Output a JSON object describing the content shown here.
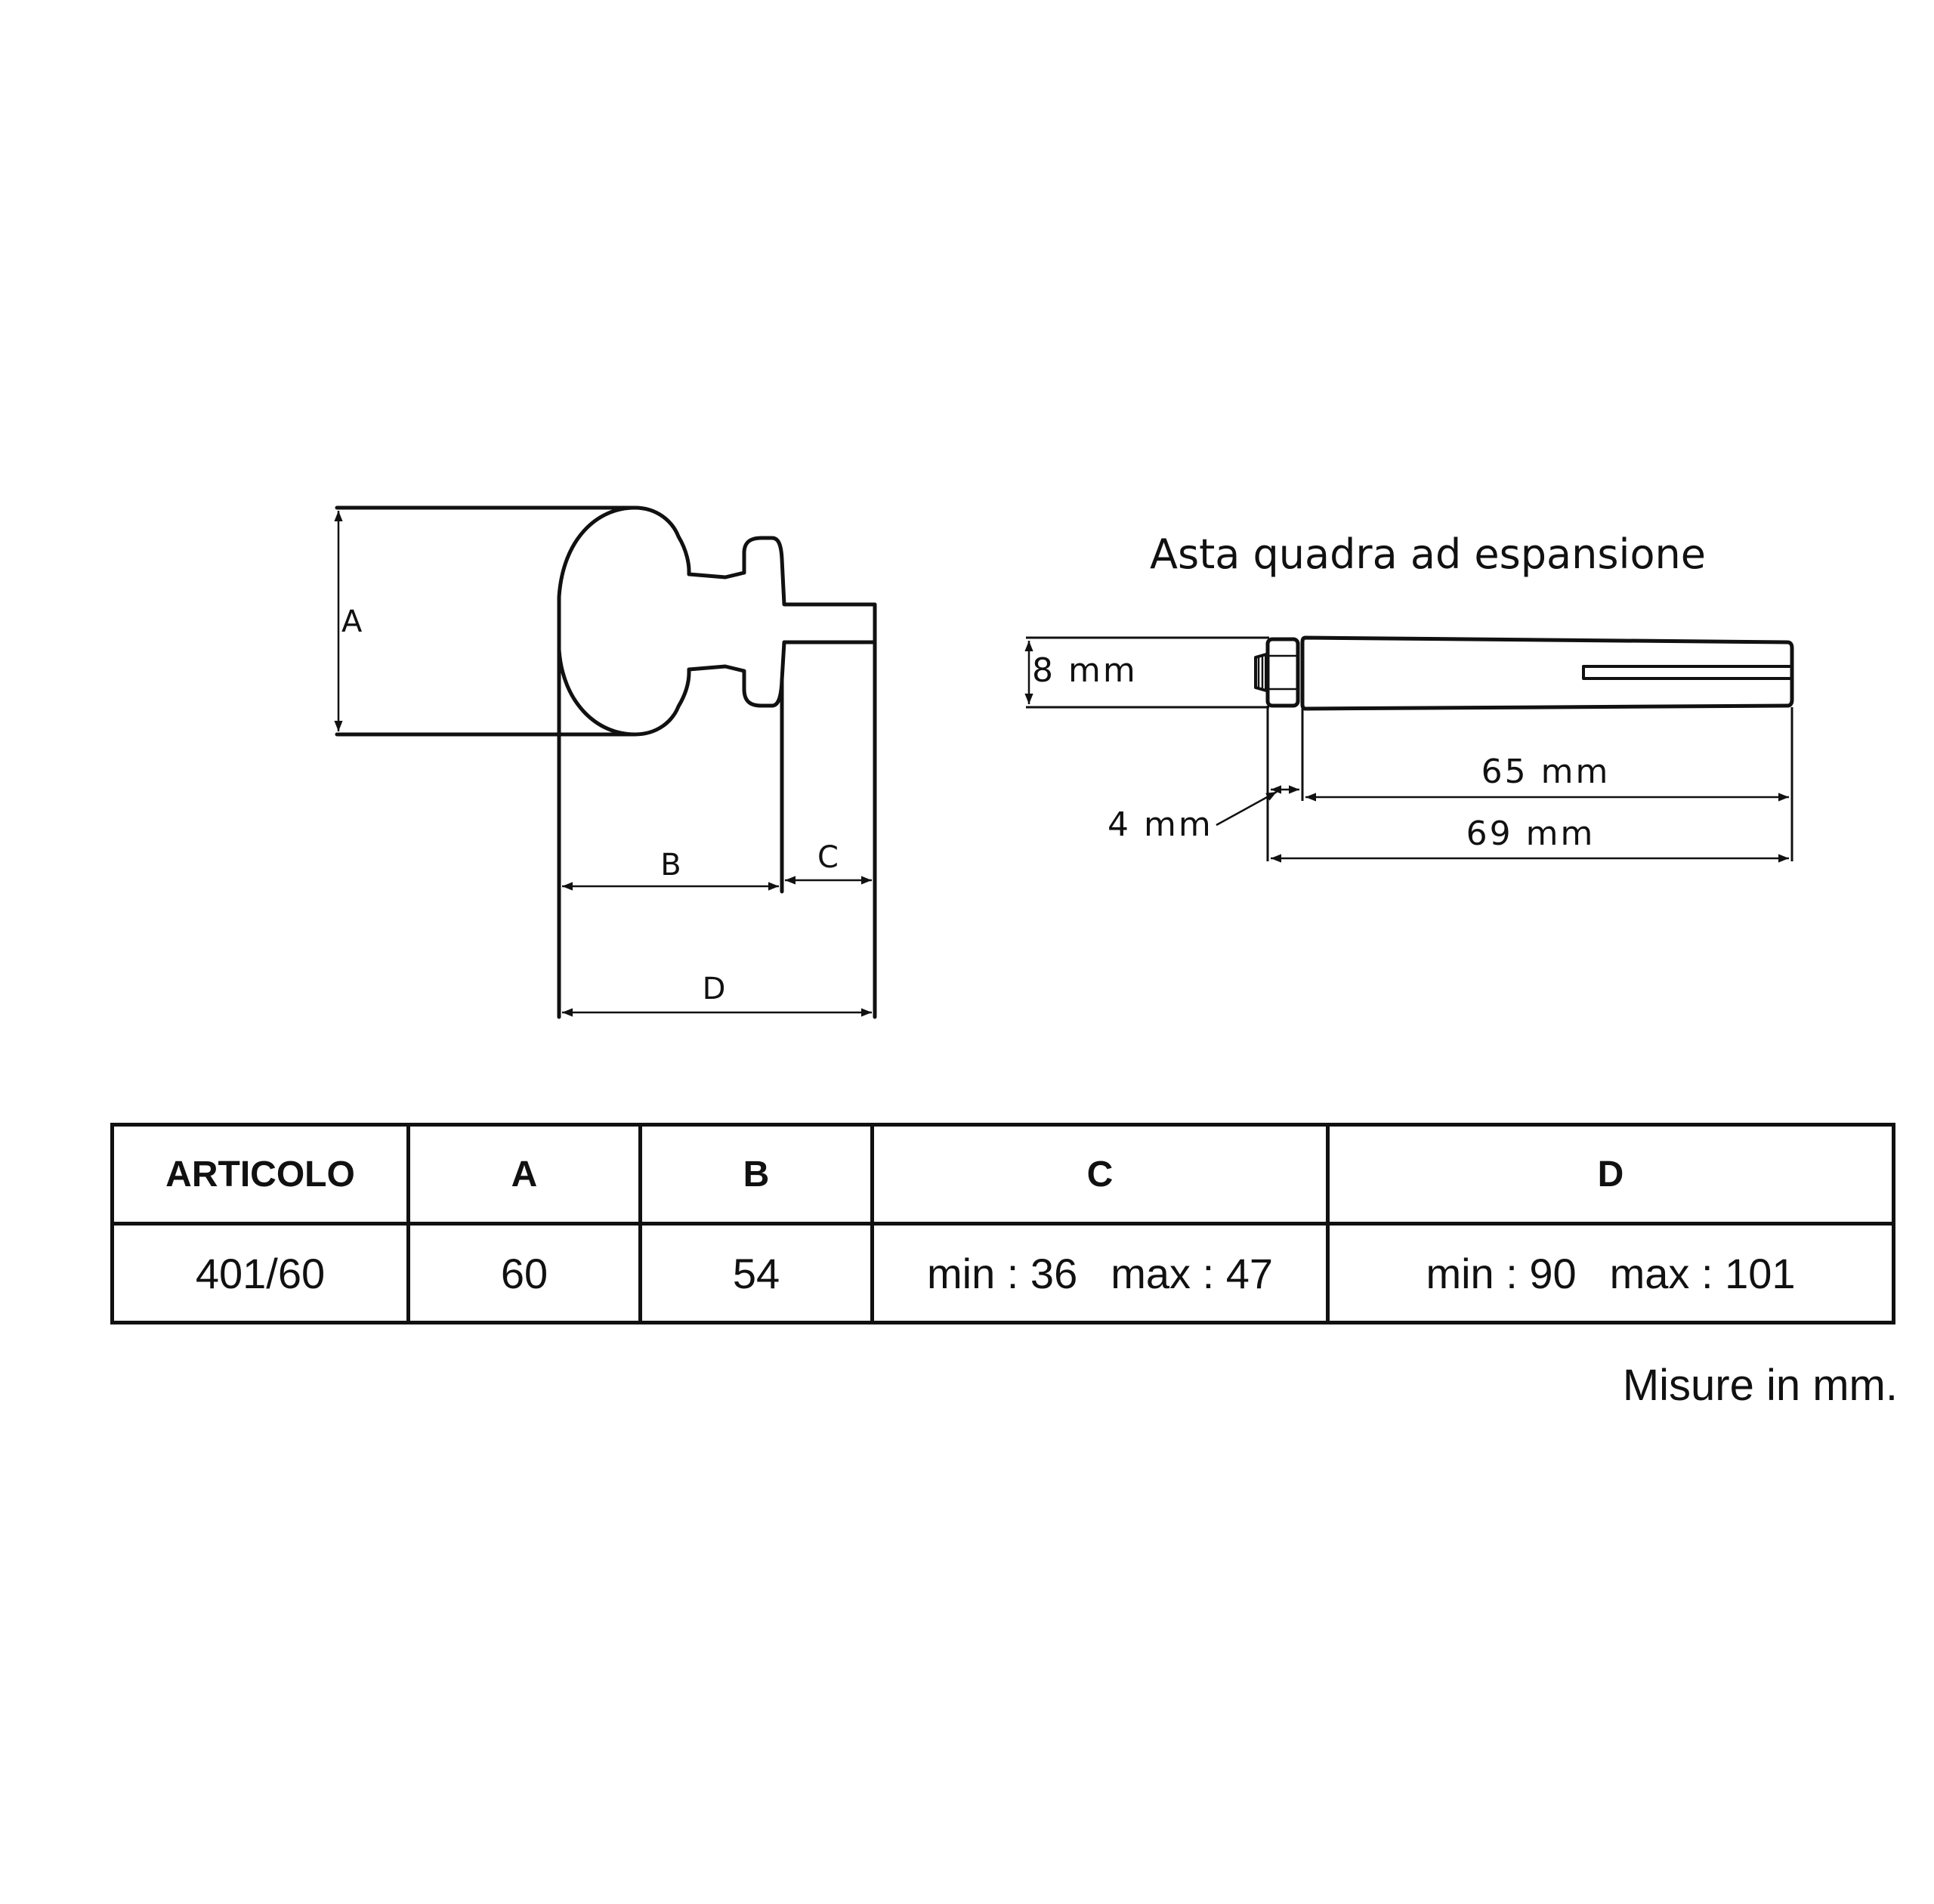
{
  "knob_diagram": {
    "dim_a": "A",
    "dim_b": "B",
    "dim_c": "C",
    "dim_d": "D"
  },
  "rod_diagram": {
    "title": "Asta quadra ad espansione",
    "dim_section": "8 mm",
    "dim_nut": "4 mm",
    "dim_body": "65 mm",
    "dim_total": "69 mm"
  },
  "table": {
    "headers": [
      "ARTICOLO",
      "A",
      "B",
      "C",
      "D"
    ],
    "row": {
      "articolo": "401/60",
      "a": "60",
      "b": "54",
      "c_min": "min : 36",
      "c_max": "max : 47",
      "d_min": "min : 90",
      "d_max": "max : 101"
    }
  },
  "note": "Misure in mm.",
  "colors": {
    "line": "#111111",
    "background": "#ffffff"
  }
}
